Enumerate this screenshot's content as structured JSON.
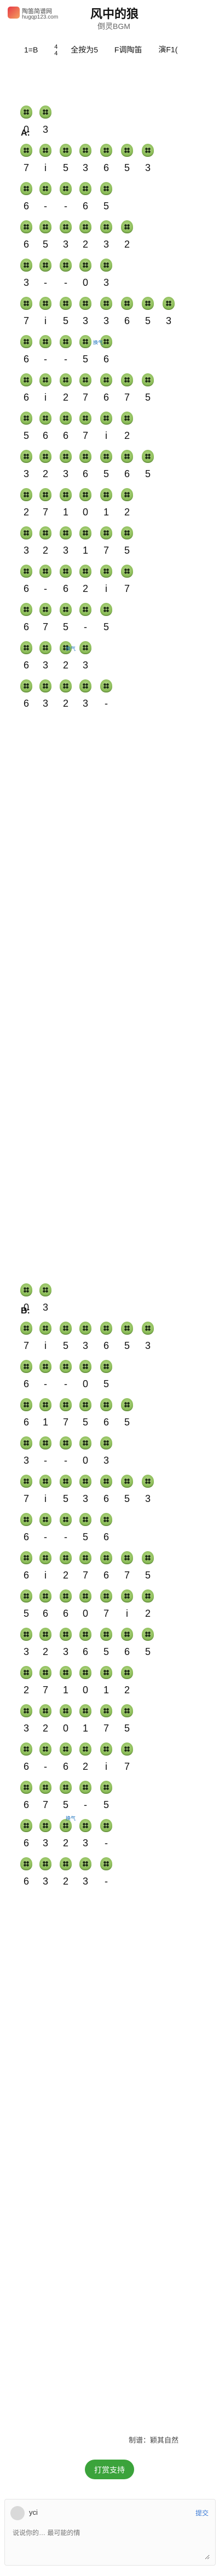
{
  "header": {
    "site_name": "陶笛简谱网",
    "site_url": "hugqp123.com",
    "title": "风中的狼",
    "subtitle": "倒灵BGM"
  },
  "meta": {
    "key": "1=B",
    "time_top": "4",
    "time_bottom": "4",
    "fingering": "全按为5",
    "instrument": "F调陶笛",
    "note": "演F1("
  },
  "sections": {
    "a_label": "A:",
    "b_label": "B:"
  },
  "rows": [
    {
      "notes": [
        "0",
        "3",
        "",
        "",
        "",
        "",
        "",
        "",
        ""
      ]
    },
    {
      "notes": [
        "7",
        "i",
        "5",
        "3",
        "6",
        "5",
        "3",
        "",
        ""
      ]
    },
    {
      "notes": [
        "6",
        "-",
        "-",
        "6",
        "5",
        "",
        "",
        "",
        ""
      ]
    },
    {
      "notes": [
        "6",
        "5",
        "3",
        "2",
        "3",
        "2",
        "",
        "",
        ""
      ]
    },
    {
      "notes": [
        "3",
        "-",
        "-",
        "0",
        "3",
        "",
        "",
        "",
        ""
      ]
    },
    {
      "notes": [
        "7",
        "i",
        "5",
        "3",
        "3",
        "6",
        "5",
        "3",
        ""
      ]
    },
    {
      "notes": [
        "6",
        "-",
        "-",
        "5",
        "6",
        "",
        "",
        "",
        ""
      ]
    },
    {
      "notes": [
        "6",
        "i",
        "2",
        "7",
        "6",
        "7",
        "5",
        "",
        ""
      ]
    },
    {
      "notes": [
        "5",
        "6",
        "6",
        "7",
        "i",
        "2",
        "",
        "",
        ""
      ]
    },
    {
      "notes": [
        "3",
        "2",
        "3",
        "6",
        "5",
        "6",
        "5",
        "",
        ""
      ]
    },
    {
      "notes": [
        "2",
        "7",
        "1",
        "0",
        "1",
        "2",
        "",
        "",
        ""
      ]
    },
    {
      "notes": [
        "3",
        "2",
        "3",
        "1",
        "7",
        "5",
        "",
        "",
        ""
      ]
    },
    {
      "notes": [
        "6",
        "-",
        "6",
        "2",
        "i",
        "7",
        "",
        "",
        ""
      ]
    },
    {
      "notes": [
        "6",
        "7",
        "5",
        "-",
        "5",
        "",
        "",
        "",
        ""
      ]
    },
    {
      "notes": [
        "6",
        "3",
        "2",
        "3",
        "",
        "",
        "",
        "",
        ""
      ]
    },
    {
      "notes": [
        "6",
        "3",
        "2",
        "3",
        "-",
        "",
        "",
        "",
        ""
      ]
    },
    {
      "notes": [
        "0",
        "3",
        "",
        "",
        "",
        "",
        "",
        "",
        ""
      ]
    },
    {
      "notes": [
        "7",
        "i",
        "5",
        "3",
        "6",
        "5",
        "3",
        "",
        ""
      ]
    },
    {
      "notes": [
        "6",
        "-",
        "-",
        "0",
        "5",
        "",
        "",
        "",
        ""
      ]
    },
    {
      "notes": [
        "6",
        "1",
        "7",
        "5",
        "6",
        "5",
        "",
        "",
        ""
      ]
    },
    {
      "notes": [
        "3",
        "-",
        "-",
        "0",
        "3",
        "",
        "",
        "",
        ""
      ]
    },
    {
      "notes": [
        "7",
        "i",
        "5",
        "3",
        "6",
        "5",
        "3",
        "",
        ""
      ]
    },
    {
      "notes": [
        "6",
        "-",
        "-",
        "5",
        "6",
        "",
        "",
        "",
        ""
      ]
    },
    {
      "notes": [
        "6",
        "i",
        "2",
        "7",
        "6",
        "7",
        "5",
        "",
        ""
      ]
    },
    {
      "notes": [
        "5",
        "6",
        "6",
        "0",
        "7",
        "i",
        "2",
        "",
        ""
      ]
    },
    {
      "notes": [
        "3",
        "2",
        "3",
        "6",
        "5",
        "6",
        "5",
        "",
        ""
      ]
    },
    {
      "notes": [
        "2",
        "7",
        "1",
        "0",
        "1",
        "2",
        "",
        "",
        ""
      ]
    },
    {
      "notes": [
        "3",
        "2",
        "0",
        "1",
        "7",
        "5",
        "",
        "",
        ""
      ]
    },
    {
      "notes": [
        "6",
        "-",
        "6",
        "2",
        "i",
        "7",
        "",
        "",
        ""
      ]
    },
    {
      "notes": [
        "6",
        "7",
        "5",
        "-",
        "5",
        "",
        "",
        "",
        ""
      ]
    },
    {
      "notes": [
        "6",
        "3",
        "2",
        "3",
        "-",
        "",
        "",
        "",
        ""
      ]
    },
    {
      "notes": [
        "6",
        "3",
        "2",
        "3",
        "-",
        "",
        "",
        "",
        ""
      ]
    }
  ],
  "breath_mark": "换气",
  "footer": {
    "credit": "制谱：颖其自然",
    "support_button": "打赏支持"
  },
  "comment": {
    "user": "yci",
    "submit": "提交",
    "placeholder": "说说你的… 最可能的情"
  }
}
